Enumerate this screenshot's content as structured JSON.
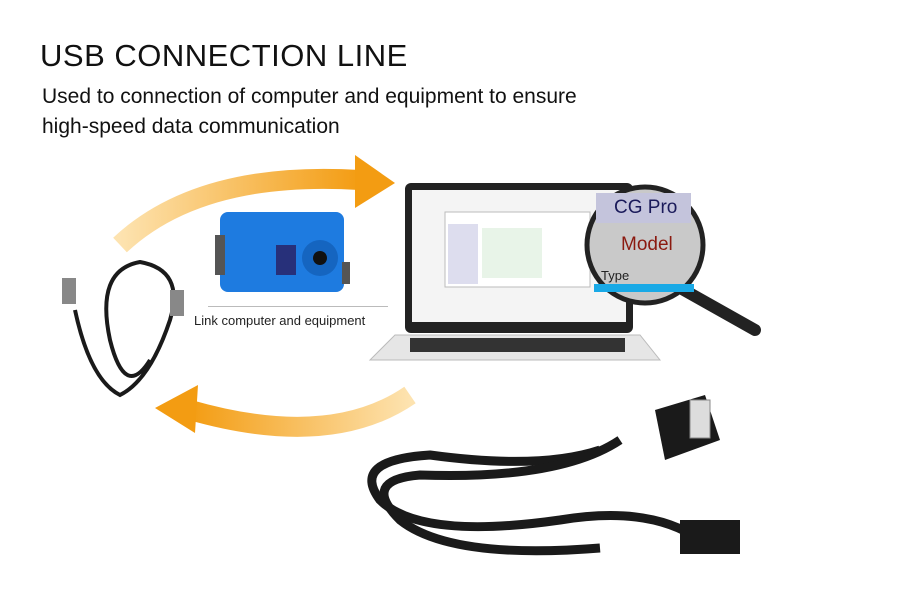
{
  "heading": "USB CONNECTION LINE",
  "subtitle_line1": "Used to connection of computer and equipment to ensure",
  "subtitle_line2": "high-speed data communication",
  "device_caption": "Link computer and equipment",
  "magnifier": {
    "brand": "CG Pro",
    "model_label": "Model",
    "type_label": "Type"
  },
  "colors": {
    "arrow": "#f39c12",
    "device": "#1e7be0",
    "cable": "#1a1a1a"
  }
}
